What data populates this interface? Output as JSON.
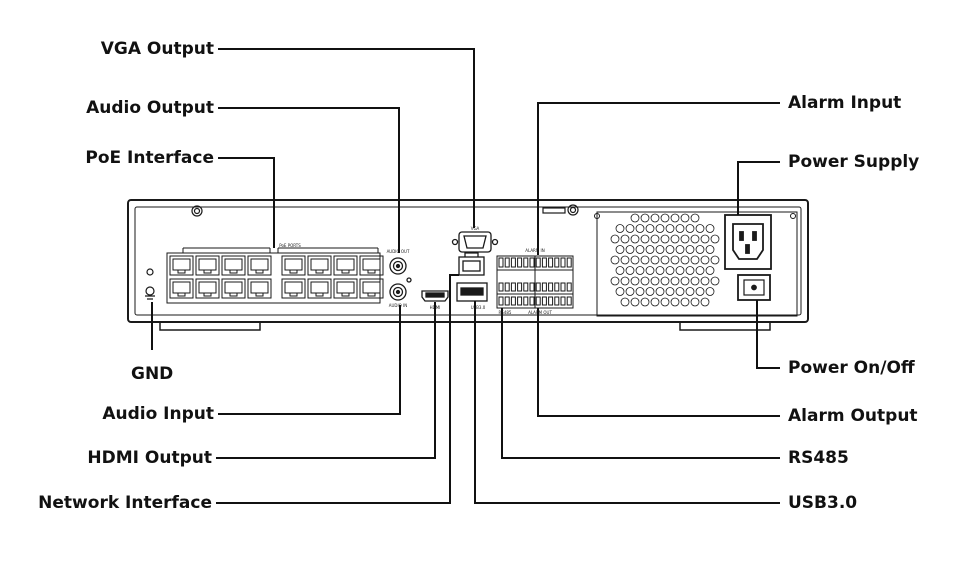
{
  "diagram": {
    "callouts_left": {
      "vga": "VGA Output",
      "audio_out": "Audio Output",
      "poe": "PoE Interface",
      "gnd": "GND",
      "audio_in": "Audio Input",
      "hdmi": "HDMI Output",
      "network": "Network Interface"
    },
    "callouts_right": {
      "alarm_in": "Alarm Input",
      "power_supply": "Power Supply",
      "power_switch": "Power On/Off",
      "alarm_out": "Alarm Output",
      "rs485": "RS485",
      "usb": "USB3.0"
    },
    "panel_labels": {
      "poe_ports": "PoE PORTS",
      "vga": "VGA",
      "audio_out": "AUDIO OUT",
      "audio_in": "AUDIO IN",
      "hdmi": "HDMI",
      "alarm_in": "ALARM IN",
      "alarm_out": "ALARM OUT",
      "usb": "USB3.0",
      "rs485": "RS485"
    },
    "colors": {
      "line": "#111111",
      "device": "#1a1a1a",
      "background": "#ffffff"
    }
  }
}
